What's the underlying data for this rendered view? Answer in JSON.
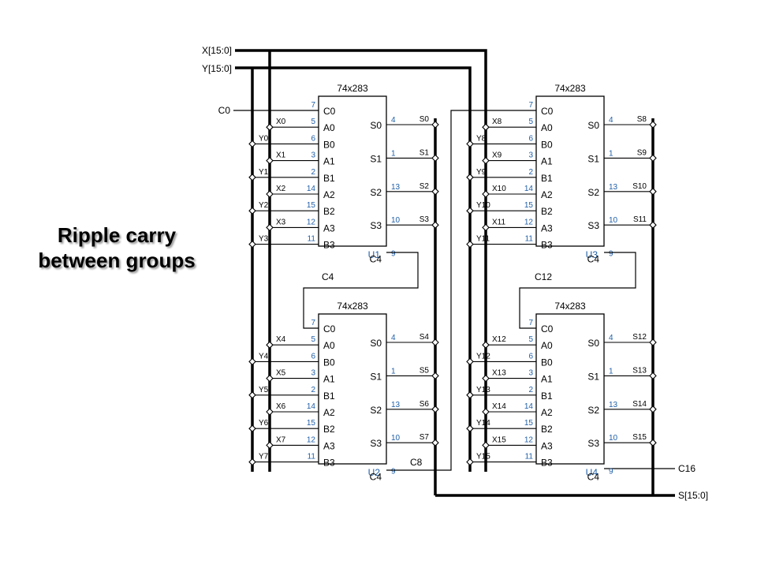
{
  "slide": {
    "caption_line1": "Ripple carry",
    "caption_line2": "between groups"
  },
  "colors": {
    "wire": "#000000",
    "pin_number": "#1f5fa8",
    "background": "#ffffff"
  },
  "buses": {
    "x_bus": "X[15:0]",
    "y_bus": "Y[15:0]",
    "s_bus": "S[15:0]"
  },
  "signals": {
    "c0": "C0",
    "c16": "C16"
  },
  "chips": [
    {
      "part": "74x283",
      "ref": "U1",
      "carry_in_label": "",
      "inputs": [
        "X0",
        "Y0",
        "X1",
        "Y1",
        "X2",
        "Y2",
        "X3",
        "Y3"
      ],
      "outputs": [
        "S0",
        "S1",
        "S2",
        "S3"
      ],
      "carry_out_label": ""
    },
    {
      "part": "74x283",
      "ref": "U2",
      "carry_in_label": "C4",
      "inputs": [
        "X4",
        "Y4",
        "X5",
        "Y5",
        "X6",
        "Y6",
        "X7",
        "Y7"
      ],
      "outputs": [
        "S4",
        "S5",
        "S6",
        "S7"
      ],
      "carry_out_label": "C8"
    },
    {
      "part": "74x283",
      "ref": "U3",
      "carry_in_label": "",
      "inputs": [
        "X8",
        "Y8",
        "X9",
        "Y9",
        "X10",
        "Y10",
        "X11",
        "Y11"
      ],
      "outputs": [
        "S8",
        "S9",
        "S10",
        "S11"
      ],
      "carry_out_label": ""
    },
    {
      "part": "74x283",
      "ref": "U4",
      "carry_in_label": "C12",
      "inputs": [
        "X12",
        "Y12",
        "X13",
        "Y13",
        "X14",
        "Y14",
        "X15",
        "Y15"
      ],
      "outputs": [
        "S12",
        "S13",
        "S14",
        "S15"
      ],
      "carry_out_label": ""
    }
  ],
  "chip_pins": {
    "left_names": [
      "C0",
      "A0",
      "B0",
      "A1",
      "B1",
      "A2",
      "B2",
      "A3",
      "B3"
    ],
    "left_numbers": [
      "7",
      "5",
      "6",
      "3",
      "2",
      "14",
      "15",
      "12",
      "11"
    ],
    "right_names": [
      "S0",
      "S1",
      "S2",
      "S3",
      "C4"
    ],
    "right_numbers": [
      "4",
      "1",
      "13",
      "10",
      "9"
    ]
  }
}
